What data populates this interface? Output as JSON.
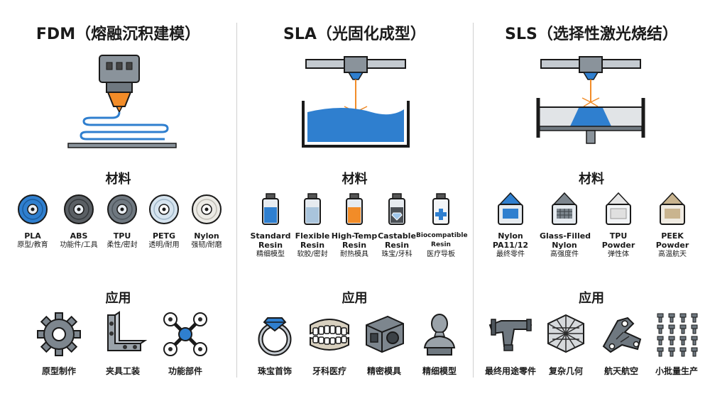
{
  "columns": [
    {
      "title": "FDM（熔融沉积建模）",
      "materials_heading": "材料",
      "applications_heading": "应用",
      "materials": [
        {
          "name": "PLA",
          "use": "原型/教育"
        },
        {
          "name": "ABS",
          "use": "功能件/工具"
        },
        {
          "name": "TPU",
          "use": "柔性/密封"
        },
        {
          "name": "PETG",
          "use": "透明/耐用"
        },
        {
          "name": "Nylon",
          "use": "强韧/耐磨"
        }
      ],
      "applications": [
        {
          "label": "原型制作",
          "icon": "gear-icon"
        },
        {
          "label": "夹具工装",
          "icon": "bracket-icon"
        },
        {
          "label": "功能部件",
          "icon": "drone-icon"
        }
      ]
    },
    {
      "title": "SLA（光固化成型）",
      "materials_heading": "材料",
      "applications_heading": "应用",
      "materials": [
        {
          "name1": "Standard",
          "name2": "Resin",
          "use": "精细模型"
        },
        {
          "name1": "Flexible",
          "name2": "Resin",
          "use": "软胶/密封"
        },
        {
          "name1": "High-Temp",
          "name2": "Resin",
          "use": "耐热模具"
        },
        {
          "name1": "Castable",
          "name2": "Resin",
          "use": "珠宝/牙科"
        },
        {
          "name1": "Biocompatible",
          "name2": "Resin",
          "use": "医疗导板"
        }
      ],
      "applications": [
        {
          "label": "珠宝首饰",
          "icon": "ring-icon"
        },
        {
          "label": "牙科医疗",
          "icon": "dental-icon"
        },
        {
          "label": "精密模具",
          "icon": "mold-icon"
        },
        {
          "label": "精细模型",
          "icon": "bust-icon"
        }
      ]
    },
    {
      "title": "SLS（选择性激光烧结）",
      "materials_heading": "材料",
      "applications_heading": "应用",
      "materials": [
        {
          "name1": "Nylon",
          "name2": "PA11/12",
          "use": "最终零件"
        },
        {
          "name1": "Glass-Filled",
          "name2": "Nylon",
          "use": "高强度件"
        },
        {
          "name1": "TPU",
          "name2": "Powder",
          "use": "弹性体"
        },
        {
          "name1": "PEEK",
          "name2": "Powder",
          "use": "高温航天"
        }
      ],
      "applications": [
        {
          "label": "最终用途零件",
          "icon": "manifold-icon"
        },
        {
          "label": "复杂几何",
          "icon": "lattice-icon"
        },
        {
          "label": "航天航空",
          "icon": "aero-bracket-icon"
        },
        {
          "label": "小批量生产",
          "icon": "batch-parts-icon"
        }
      ]
    }
  ],
  "colors": {
    "blue": "#2f7fcf",
    "orange": "#f28c28",
    "gray": "#8a939b",
    "dark": "#2b2b2b"
  }
}
